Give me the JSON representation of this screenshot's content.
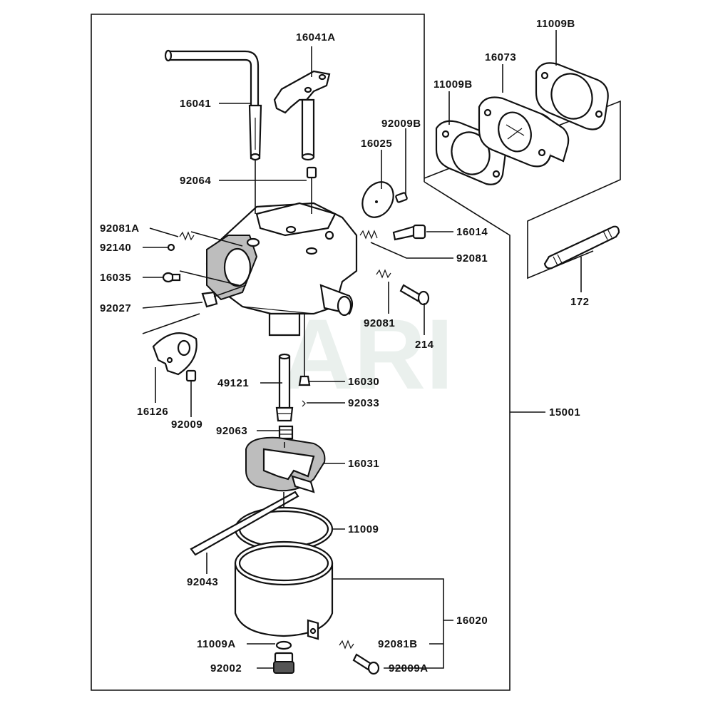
{
  "watermark": "ARI",
  "labels": {
    "p16041A": "16041A",
    "p16041": "16041",
    "p92064": "92064",
    "p16025": "16025",
    "p92009B": "92009B",
    "p11009B_a": "11009B",
    "p16073": "16073",
    "p11009B_b": "11009B",
    "p92081A": "92081A",
    "p92140": "92140",
    "p16014": "16014",
    "p92081_a": "92081",
    "p16035": "16035",
    "p92027": "92027",
    "p92081_b": "92081",
    "p214": "214",
    "p172": "172",
    "p49121": "49121",
    "p16030": "16030",
    "p92033": "92033",
    "p16126": "16126",
    "p92009": "92009",
    "p92063": "92063",
    "p15001": "15001",
    "p16031": "16031",
    "p11009": "11009",
    "p92043": "92043",
    "p16020": "16020",
    "p11009A": "11009A",
    "p92081B": "92081B",
    "p92002": "92002",
    "p92009A": "92009A"
  }
}
